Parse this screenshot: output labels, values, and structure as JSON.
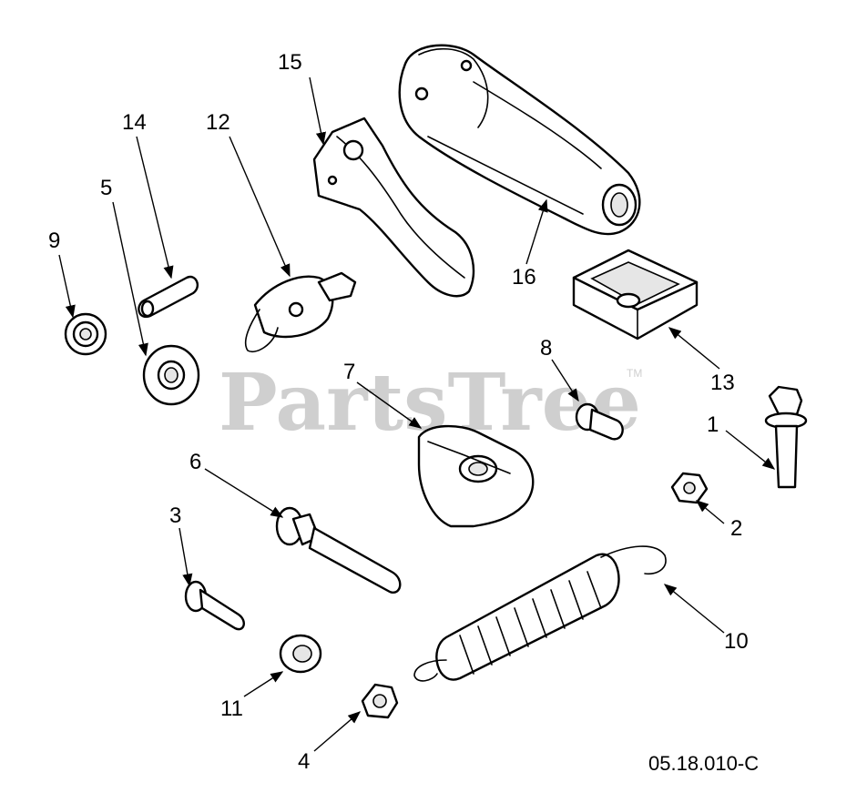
{
  "watermark": {
    "text": "PartsTree",
    "trademark": "TM"
  },
  "diagram_code": "05.18.010-C",
  "callouts": {
    "c1": "1",
    "c2": "2",
    "c3": "3",
    "c4": "4",
    "c5": "5",
    "c6": "6",
    "c7": "7",
    "c8": "8",
    "c9": "9",
    "c10": "10",
    "c11": "11",
    "c12": "12",
    "c13": "13",
    "c14": "14",
    "c15": "15",
    "c16": "16"
  }
}
